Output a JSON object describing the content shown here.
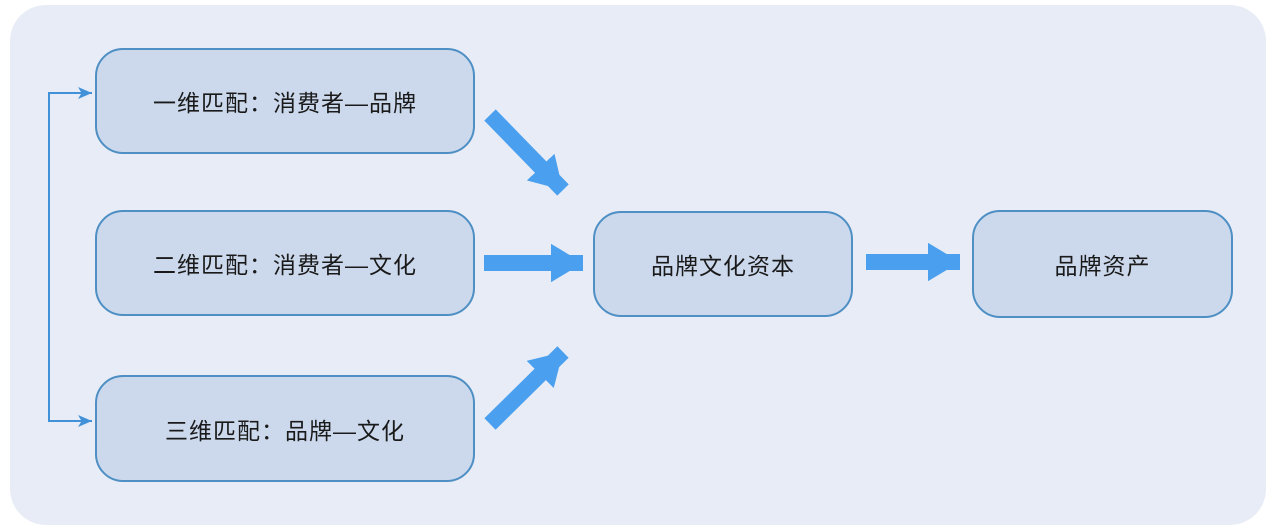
{
  "diagram": {
    "type": "flowchart",
    "nodes": [
      {
        "id": "match-1d",
        "label": "一维匹配：消费者—品牌"
      },
      {
        "id": "match-2d",
        "label": "二维匹配：消费者—文化"
      },
      {
        "id": "match-3d",
        "label": "三维匹配：品牌—文化"
      },
      {
        "id": "brand-cultural-capital",
        "label": "品牌文化资本"
      },
      {
        "id": "brand-equity",
        "label": "品牌资产"
      }
    ],
    "edges": [
      {
        "from": "match-1d",
        "to": "brand-cultural-capital",
        "style": "thick-arrow",
        "direction": "down-right"
      },
      {
        "from": "match-2d",
        "to": "brand-cultural-capital",
        "style": "thick-arrow",
        "direction": "right"
      },
      {
        "from": "match-3d",
        "to": "brand-cultural-capital",
        "style": "thick-arrow",
        "direction": "up-right"
      },
      {
        "from": "brand-cultural-capital",
        "to": "brand-equity",
        "style": "thick-arrow",
        "direction": "right"
      },
      {
        "from": "left-bracket",
        "to": "match-1d, match-3d",
        "style": "thin-line-arrows-both-ends"
      }
    ],
    "colors": {
      "panel_bg": "#e8ecf6",
      "node_fill": "#ccd9ed",
      "node_border": "#4e8fc4",
      "arrow": "#4aa0ee",
      "connector": "#4191d9",
      "text": "#1a1a1a"
    }
  }
}
